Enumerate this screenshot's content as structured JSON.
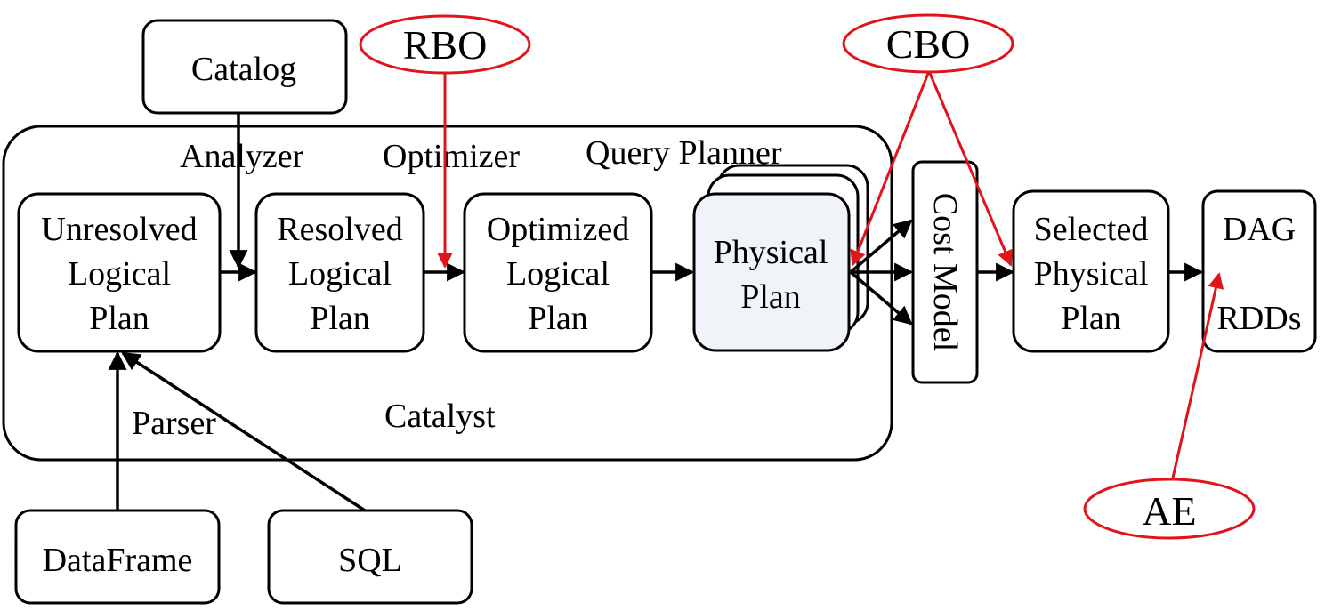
{
  "colors": {
    "accent_red": "#e0141a",
    "physical_plan_fill": "#f0f4f8"
  },
  "nodes": {
    "catalog": [
      "Catalog"
    ],
    "unresolved": [
      "Unresolved",
      "Logical",
      "Plan"
    ],
    "resolved": [
      "Resolved",
      "Logical",
      "Plan"
    ],
    "optimized": [
      "Optimized",
      "Logical",
      "Plan"
    ],
    "physical": [
      "Physical",
      "Plan"
    ],
    "cost_model": [
      "Cost Model"
    ],
    "selected": [
      "Selected",
      "Physical",
      "Plan"
    ],
    "dag": [
      "DAG",
      "RDDs"
    ],
    "dataframe": [
      "DataFrame"
    ],
    "sql": [
      "SQL"
    ]
  },
  "labels": {
    "analyzer": "Analyzer",
    "optimizer": "Optimizer",
    "query_planner": "Query Planner",
    "parser": "Parser",
    "catalyst": "Catalyst"
  },
  "annotations": {
    "rbo": "RBO",
    "cbo": "CBO",
    "ae": "AE"
  }
}
